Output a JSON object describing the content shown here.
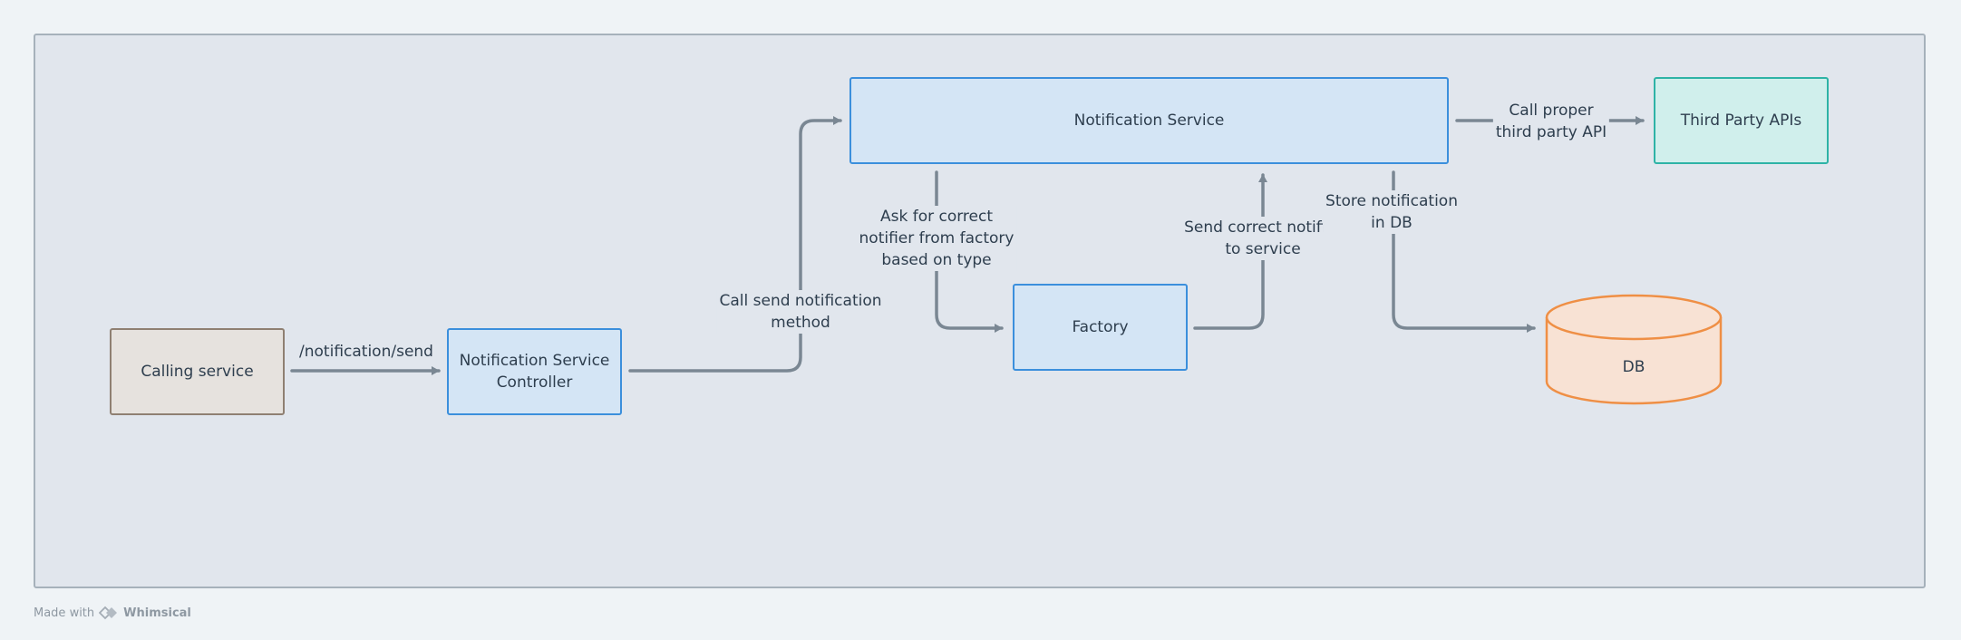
{
  "nodes": {
    "calling_service": "Calling service",
    "controller": "Notification Service\nController",
    "notification_service": "Notification Service",
    "factory": "Factory",
    "third_party": "Third Party APIs",
    "db": "DB"
  },
  "edges": {
    "calling_to_controller": "/notification/send",
    "controller_to_service": "Call send notification\nmethod",
    "service_to_factory": "Ask for correct\nnotifier from factory\nbased on type",
    "factory_to_service": "Send correct notifier\nto service",
    "service_to_db": "Store notification\nin DB",
    "service_to_third_party": "Call proper\nthird party API"
  },
  "footer": {
    "made_with": "Made with",
    "brand": "Whimsical"
  },
  "colors": {
    "canvas": "#e1e6ed",
    "connector": "#7a8793",
    "blue_fill": "#d4e5f5",
    "blue_border": "#3b8fdc",
    "tan_fill": "#e6e2de",
    "teal_fill": "#d0efec",
    "db_fill": "#f8e2d4",
    "db_border": "#ef8f45"
  }
}
